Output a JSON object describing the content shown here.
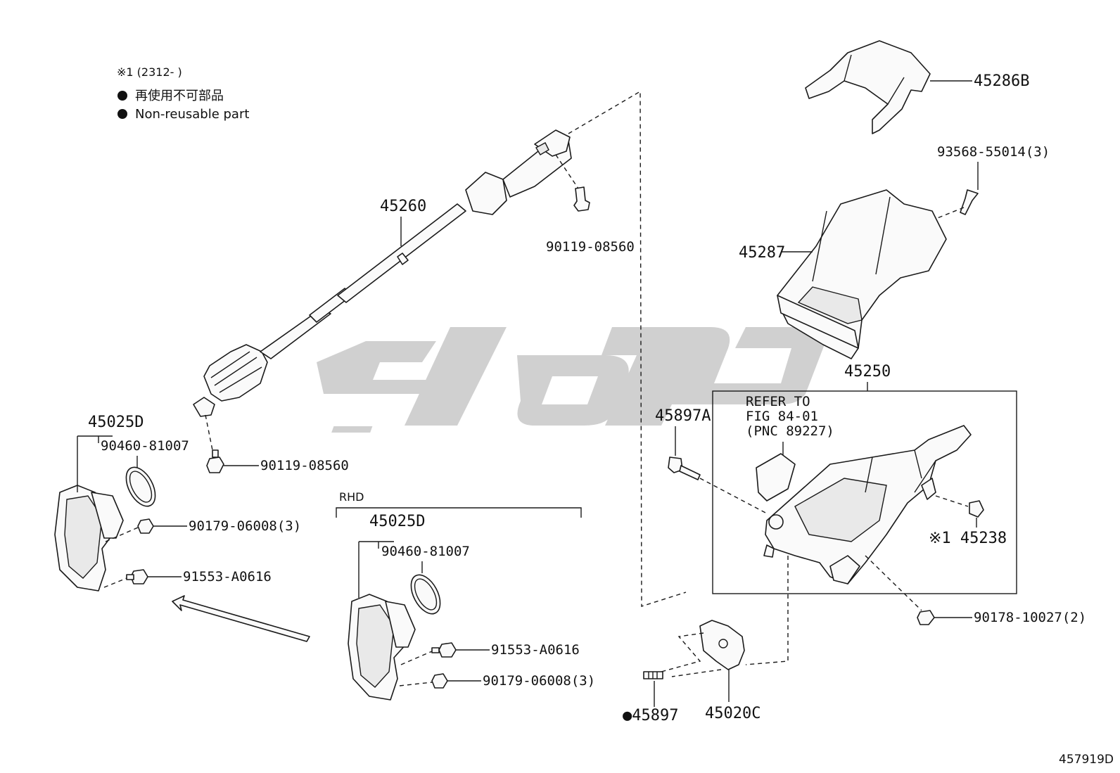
{
  "legend": {
    "note_line": "※1 (2312-      )",
    "nonreusable_jp": "再使用不可部品",
    "nonreusable_en": "Non-reusable part"
  },
  "labels": {
    "p45260": "45260",
    "p90119_top": "90119-08560",
    "p90119_bottom": "90119-08560",
    "p45025D_left": "45025D",
    "p90460_left": "90460-81007",
    "p90179_left": "90179-06008(3)",
    "p91553_left": "91553-A0616",
    "rhd": "RHD",
    "p45025D_rhd": "45025D",
    "p90460_rhd": "90460-81007",
    "p91553_rhd": "91553-A0616",
    "p90179_rhd": "90179-06008(3)",
    "p45286B": "45286B",
    "p93568": "93568-55014(3)",
    "p45287": "45287",
    "p45250": "45250",
    "refer_1": "REFER TO",
    "refer_2": "FIG 84-01",
    "refer_3": "(PNC 89227)",
    "p45897A": "45897A",
    "p45238": "※1 45238",
    "p90178": "90178-10027(2)",
    "p45897": "●45897",
    "p45020C": "45020C",
    "figure_code": "457919D"
  },
  "colors": {
    "line": "#1a1a1a",
    "watermark": "#d0d0d0",
    "background": "#ffffff"
  }
}
